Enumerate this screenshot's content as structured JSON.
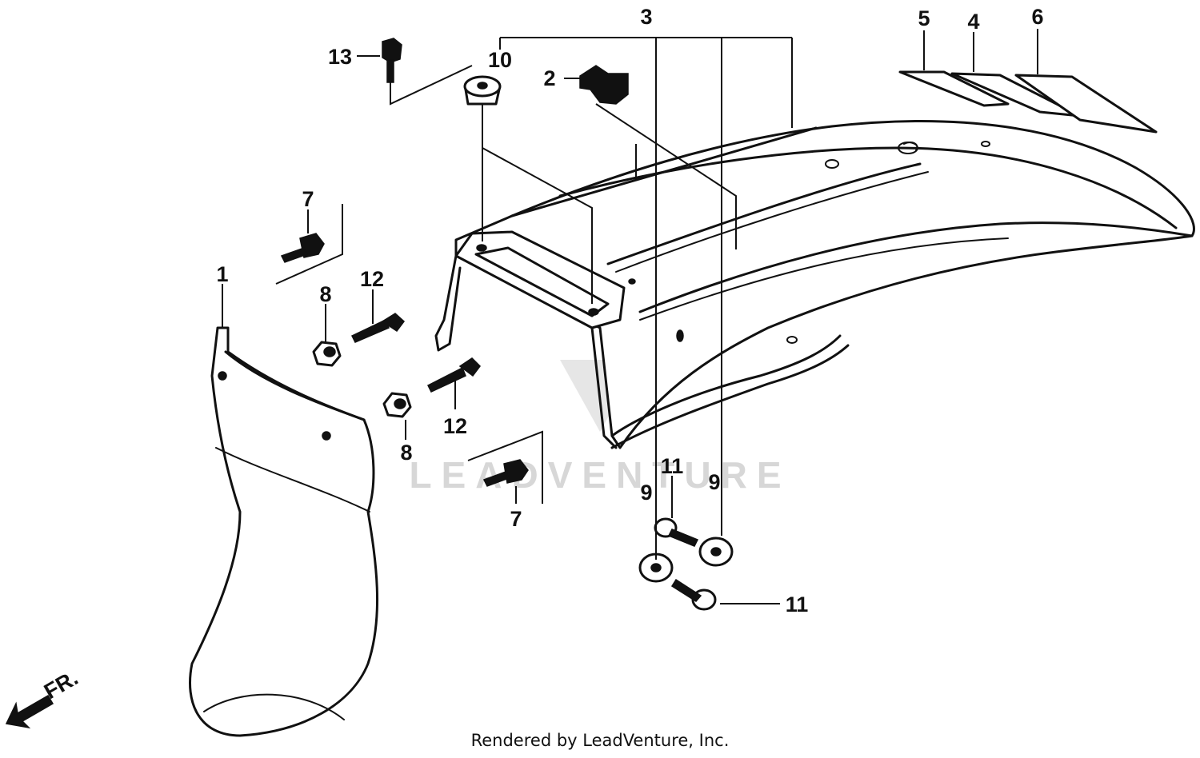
{
  "callouts": {
    "c1": "1",
    "c2": "2",
    "c3": "3",
    "c4": "4",
    "c5": "5",
    "c6": "6",
    "c7a": "7",
    "c7b": "7",
    "c8a": "8",
    "c8b": "8",
    "c9a": "9",
    "c9b": "9",
    "c10": "10",
    "c11a": "11",
    "c11b": "11",
    "c12a": "12",
    "c12b": "12",
    "c13": "13"
  },
  "front_marker": "FR.",
  "watermark": "LEADVENTURE",
  "credit": "Rendered by LeadVenture, Inc."
}
